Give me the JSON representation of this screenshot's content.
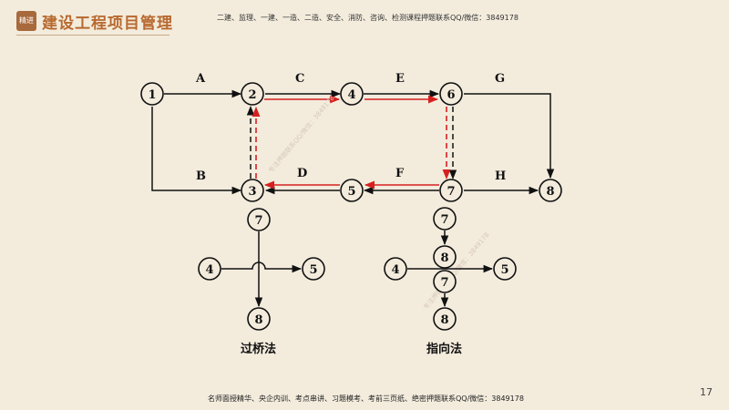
{
  "header": {
    "logo_text": "精进",
    "title": "建设工程项目管理",
    "note": "二建、监理、一建、一造、二造、安全、消防、咨询、检测课程押题联系QQ/微信：3849178"
  },
  "diagram": {
    "nodes": [
      "1",
      "2",
      "3",
      "4",
      "5",
      "6",
      "7",
      "8"
    ],
    "activities": [
      "A",
      "B",
      "C",
      "D",
      "E",
      "F",
      "G",
      "H"
    ],
    "crossing_nodes": [
      "7",
      "4",
      "5",
      "8"
    ],
    "pointing_nodes": [
      "7",
      "8",
      "4",
      "5",
      "7",
      "8"
    ],
    "captions": {
      "bridge": "过桥法",
      "pointing": "指向法"
    },
    "watermark": "专注押题联系QQ/微信：3849178",
    "colors": {
      "line": "#111111",
      "highlight": "#d62020"
    }
  },
  "footer": {
    "note": "名师面授精华、央企内训、考点串讲、习题模考、考前三页纸、绝密押题联系QQ/微信：3849178",
    "page_number": "17"
  }
}
